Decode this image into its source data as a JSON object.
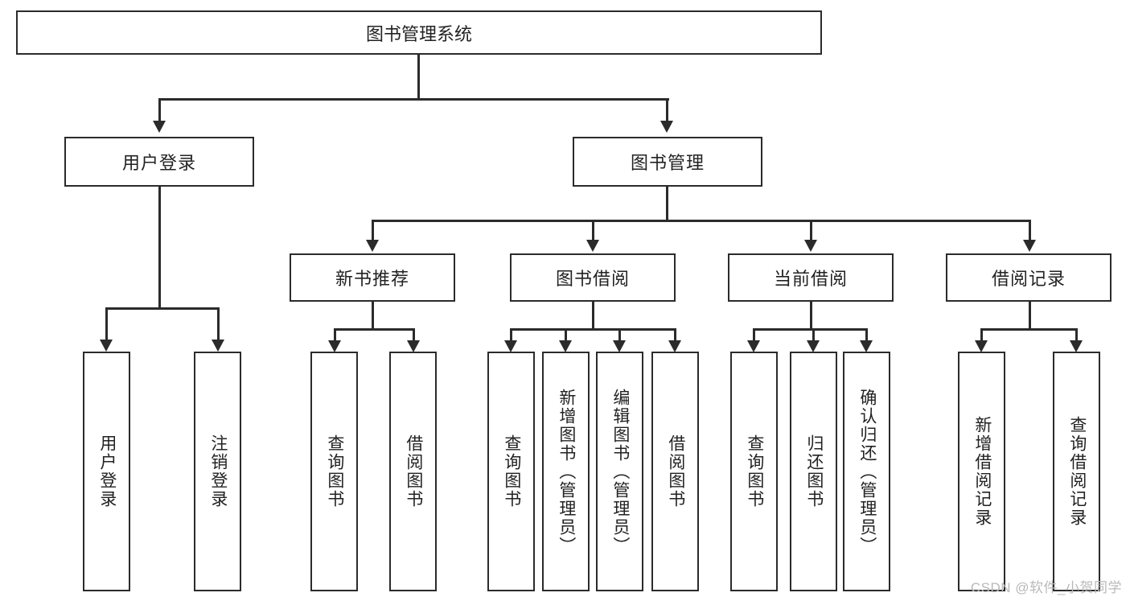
{
  "diagram": {
    "type": "tree-hierarchy",
    "title": "图书管理系统",
    "root": {
      "label": "图书管理系统"
    },
    "level2": [
      {
        "label": "用户登录"
      },
      {
        "label": "图书管理"
      }
    ],
    "level3": [
      {
        "label": "新书推荐"
      },
      {
        "label": "图书借阅"
      },
      {
        "label": "当前借阅"
      },
      {
        "label": "借阅记录"
      }
    ],
    "leaves": {
      "user_login": [
        {
          "label": "用户登录"
        },
        {
          "label": "注销登录"
        }
      ],
      "new_book_recommend": [
        {
          "label": "查询图书"
        },
        {
          "label": "借阅图书"
        }
      ],
      "book_borrow": [
        {
          "label": "查询图书"
        },
        {
          "label": "新增图书（管理员）"
        },
        {
          "label": "编辑图书（管理员）"
        },
        {
          "label": "借阅图书"
        }
      ],
      "current_borrow": [
        {
          "label": "查询图书"
        },
        {
          "label": "归还图书"
        },
        {
          "label": "确认归还（管理员）"
        }
      ],
      "borrow_record": [
        {
          "label": "新增借阅记录"
        },
        {
          "label": "查询借阅记录"
        }
      ]
    },
    "colors": {
      "stroke": "#2b2b2b",
      "fill": "#ffffff",
      "text": "#222222",
      "watermark": "#b9b9b9"
    }
  },
  "watermark": {
    "text": "CSDN @软件_小贺同学"
  }
}
